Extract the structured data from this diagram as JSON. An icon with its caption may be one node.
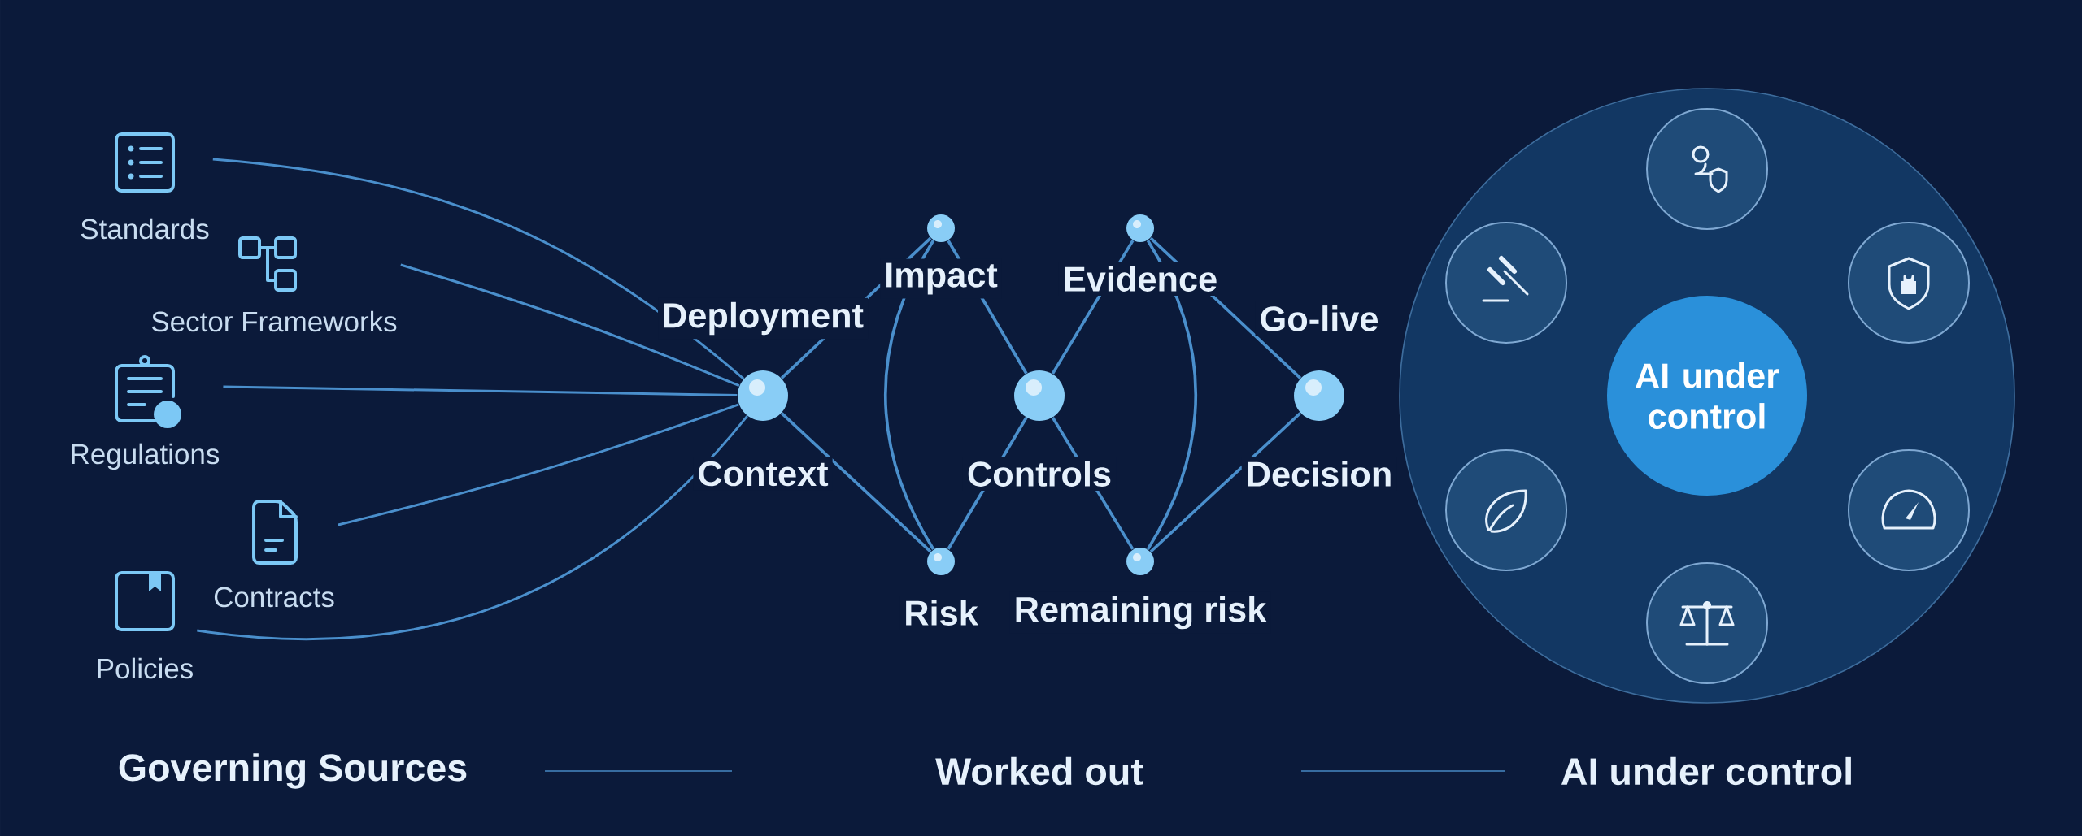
{
  "diagram": {
    "nodes": [
      {
        "text": [
          "Standards"
        ]
      },
      {
        "text": [
          "Sector Frameworks"
        ]
      },
      {
        "text": [
          "Regulations"
        ]
      },
      {
        "text": [
          "Contracts"
        ]
      },
      {
        "text": [
          "Policies"
        ]
      },
      {
        "text": [],
        "shape": "circle",
        "beside": [
          "Deployment",
          "Context"
        ]
      },
      {
        "text": [],
        "shape": "circle",
        "beside": [
          "Impact"
        ]
      },
      {
        "text": [],
        "shape": "circle",
        "beside": [
          "Risk"
        ]
      },
      {
        "text": [],
        "shape": "circle",
        "beside": [
          "Controls"
        ]
      },
      {
        "text": [],
        "shape": "circle",
        "beside": [
          "Evidence"
        ]
      },
      {
        "text": [],
        "shape": "circle",
        "beside": [
          "Remaining risk"
        ]
      },
      {
        "text": [],
        "shape": "circle",
        "beside": [
          "Go-live",
          "Decision"
        ]
      },
      {
        "text": [
          "AI under control"
        ]
      }
    ],
    "edges": [
      {
        "from": 0,
        "to": 5,
        "arrow": "none"
      },
      {
        "from": 1,
        "to": 5,
        "arrow": "none"
      },
      {
        "from": 2,
        "to": 5,
        "arrow": "none"
      },
      {
        "from": 3,
        "to": 5,
        "arrow": "none"
      },
      {
        "from": 4,
        "to": 5,
        "arrow": "none"
      },
      {
        "from": 5,
        "to": 6,
        "arrow": "none"
      },
      {
        "from": 5,
        "to": 7,
        "arrow": "none"
      },
      {
        "from": 6,
        "to": 7,
        "arrow": "none"
      },
      {
        "from": 6,
        "to": 8,
        "arrow": "none"
      },
      {
        "from": 7,
        "to": 8,
        "arrow": "none"
      },
      {
        "from": 8,
        "to": 9,
        "arrow": "none"
      },
      {
        "from": 8,
        "to": 10,
        "arrow": "none"
      },
      {
        "from": 9,
        "to": 10,
        "arrow": "none"
      },
      {
        "from": 9,
        "to": 11,
        "arrow": "none"
      },
      {
        "from": 10,
        "to": 11,
        "arrow": "none"
      }
    ],
    "labels": [
      "Governing Sources",
      "Worked out",
      "AI under control"
    ]
  }
}
